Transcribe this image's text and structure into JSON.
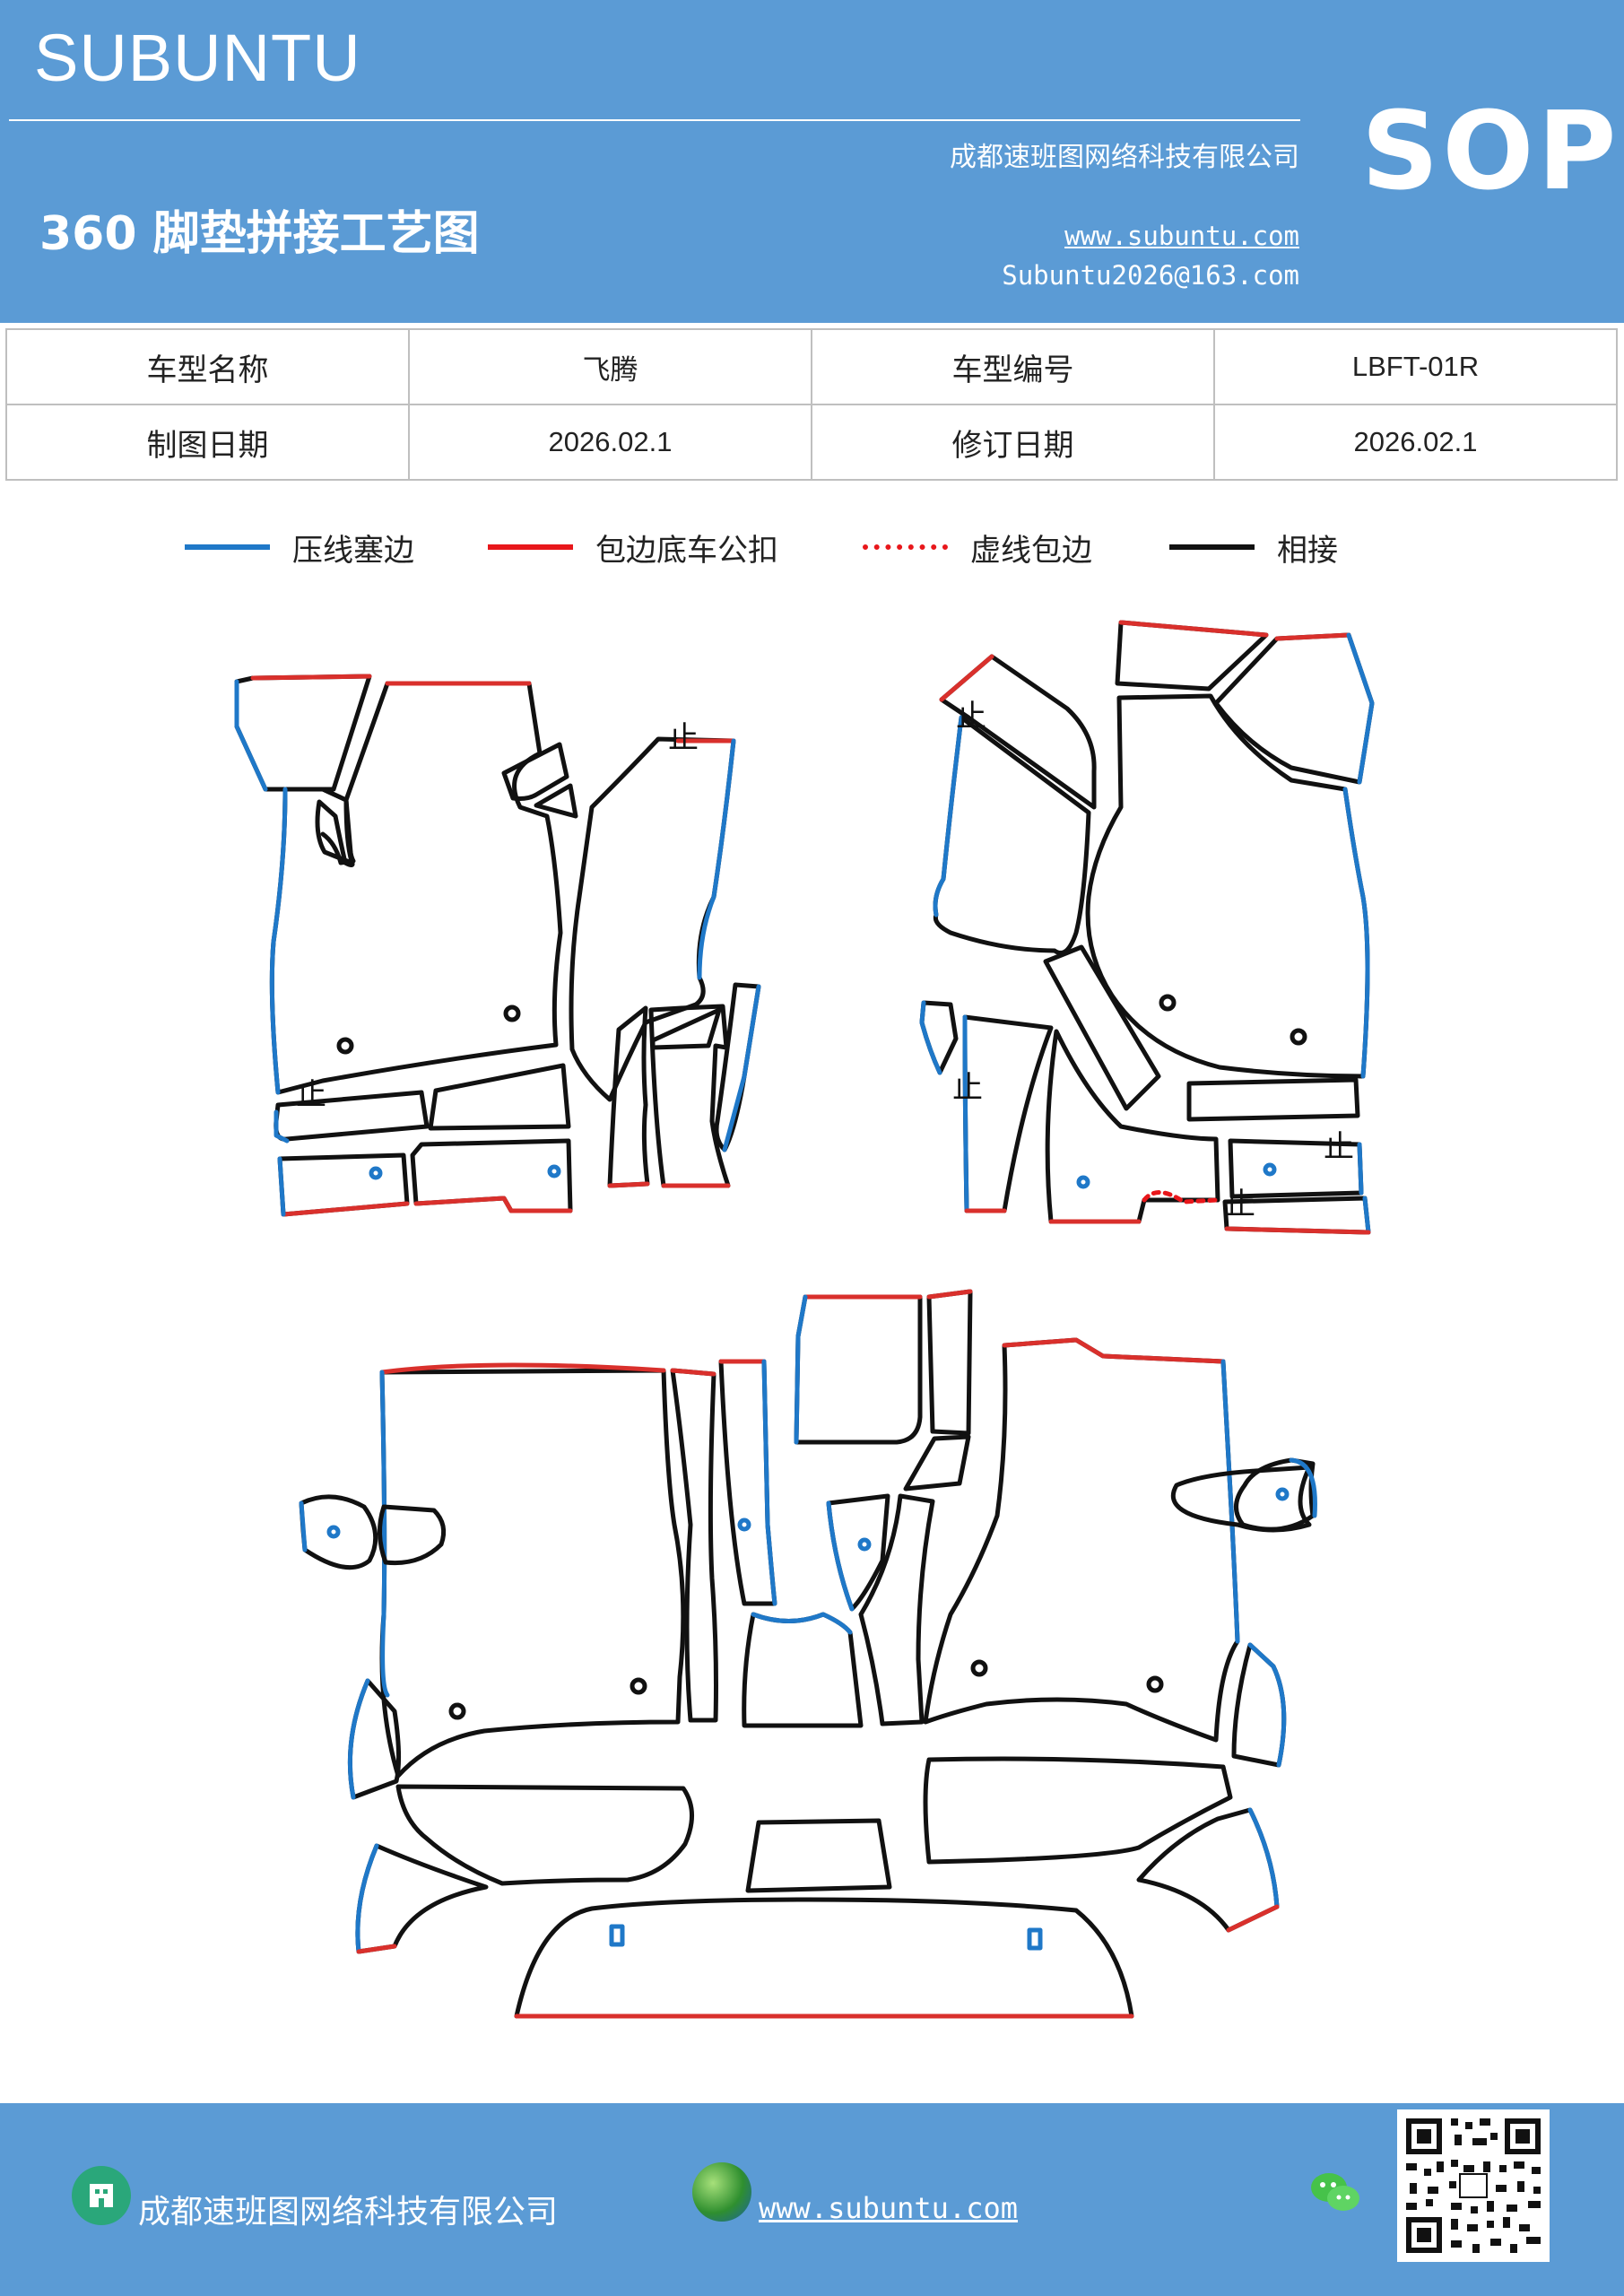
{
  "header": {
    "brand": "SUBUNTU",
    "title": "360 脚垫拼接工艺图",
    "company": "成都速班图网络科技有限公司",
    "website": "www.subuntu.com",
    "email": "Subuntu2026@163.com",
    "badge": "SOP"
  },
  "info_table": {
    "rows": [
      [
        "车型名称",
        "飞腾",
        "车型编号",
        "LBFT-01R"
      ],
      [
        "制图日期",
        "2026.02.1",
        "修订日期",
        "2026.02.1"
      ]
    ]
  },
  "legend": [
    {
      "label": "压线塞边",
      "color": "#1f78c8",
      "style": "solid"
    },
    {
      "label": "包边底车公扣",
      "color": "#e8171b",
      "style": "solid"
    },
    {
      "label": "虚线包边",
      "color": "#e8171b",
      "style": "dotted"
    },
    {
      "label": "相接",
      "color": "#111111",
      "style": "solid"
    }
  ],
  "colors": {
    "header_bg": "#5b9bd5",
    "blue_line": "#1f78c8",
    "red_line": "#d9302c",
    "black_line": "#111111"
  },
  "footer": {
    "company": "成都速班图网络科技有限公司",
    "website": "www.subuntu.com",
    "icons": [
      "building-icon",
      "globe-icon",
      "wechat-icon",
      "qr-code"
    ]
  }
}
